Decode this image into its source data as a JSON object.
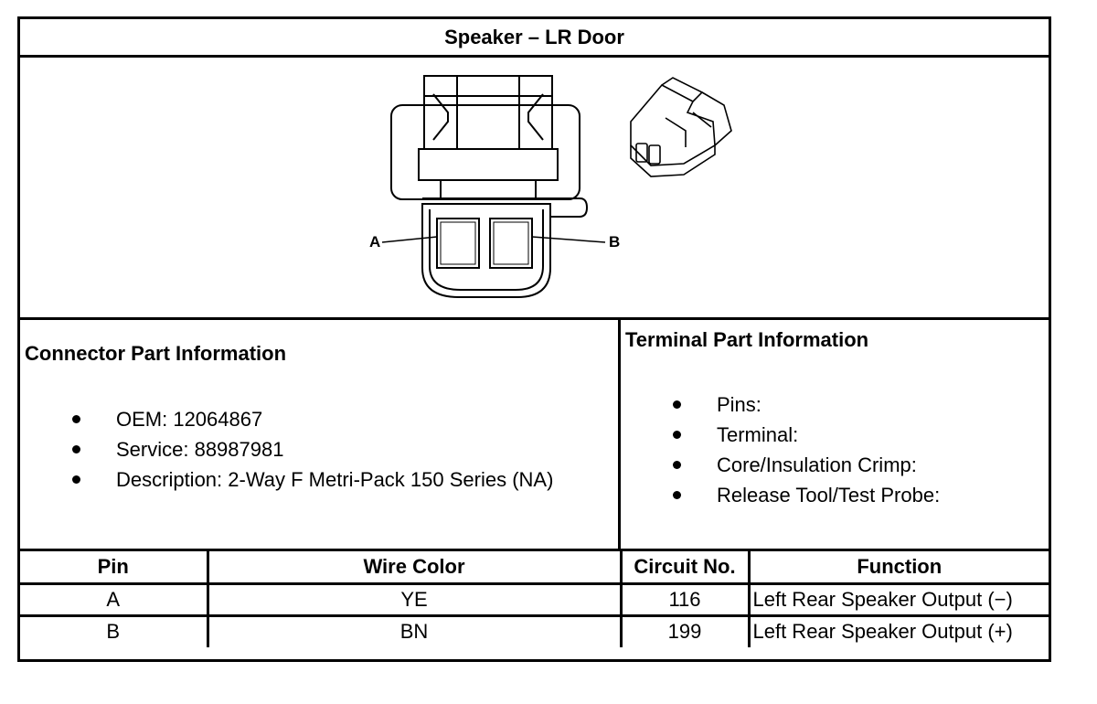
{
  "title": "Speaker – LR Door",
  "diagram": {
    "pin_labels": [
      "A",
      "B"
    ]
  },
  "connector_info": {
    "heading": "Connector Part Information",
    "items": [
      "OEM: 12064867",
      "Service: 88987981",
      "Description: 2-Way F Metri-Pack 150 Series (NA)"
    ]
  },
  "terminal_info": {
    "heading": "Terminal Part Information",
    "items": [
      "Pins:",
      "Terminal:",
      "Core/Insulation Crimp:",
      "Release Tool/Test Probe:"
    ]
  },
  "pin_table": {
    "headers": [
      "Pin",
      "Wire Color",
      "Circuit No.",
      "Function"
    ],
    "rows": [
      [
        "A",
        "YE",
        "116",
        "Left Rear Speaker Output (−)"
      ],
      [
        "B",
        "BN",
        "199",
        "Left Rear Speaker Output (+)"
      ]
    ]
  }
}
